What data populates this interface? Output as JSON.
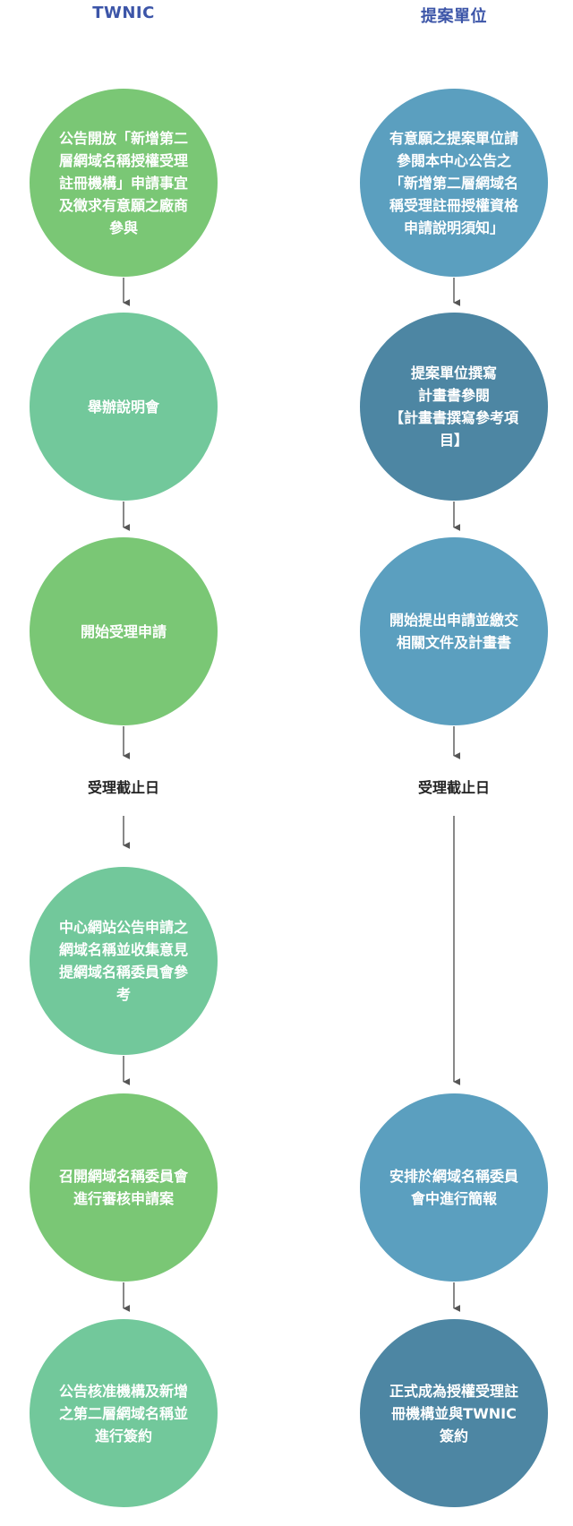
{
  "columns": {
    "left_title": "TWNIC",
    "right_title": "提案單位"
  },
  "left": {
    "step1": "公告開放「新增第二層網域名稱授權受理註冊機構」申請事宜及徵求有意願之廠商參與",
    "step2": "舉辦說明會",
    "step3": "開始受理申請",
    "deadline": "受理截止日",
    "step4": "中心網站公告申請之網域名稱並收集意見提網域名稱委員會參考",
    "step5": "召開網域名稱委員會進行審核申請案",
    "step6": "公告核准機構及新增之第二層網域名稱並進行簽約"
  },
  "right": {
    "step1": "有意願之提案單位請參閱本中心公告之「新增第二層網域名稱受理註冊授權資格申請說明須知」",
    "step2": "提案單位撰寫\n計畫書參閱\n【計畫書撰寫參考項目】",
    "step3": "開始提出申請並繳交相關文件及計畫書",
    "deadline": "受理截止日",
    "step5": "安排於網域名稱委員會中進行簡報",
    "step6": "正式成為授權受理註冊機構並與TWNIC簽約"
  },
  "colors": {
    "title": "#3c55a8",
    "green": "#7ac775",
    "mint": "#72c89b",
    "blue": "#5b9fbf",
    "navy": "#4d86a3",
    "arrow": "#555555"
  }
}
